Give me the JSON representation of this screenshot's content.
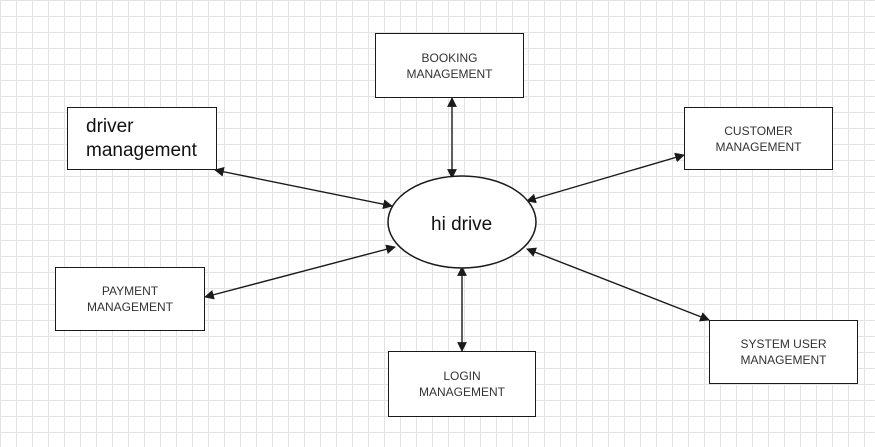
{
  "hub": {
    "label": "hi drive"
  },
  "modules": {
    "booking": {
      "label": "BOOKING\nMANAGEMENT"
    },
    "customer": {
      "label": "CUSTOMER\nMANAGEMENT"
    },
    "system_user": {
      "label": "SYSTEM USER\nMANAGEMENT"
    },
    "login": {
      "label": "LOGIN\nMANAGEMENT"
    },
    "payment": {
      "label": "PAYMENT\nMANAGEMENT"
    },
    "driver": {
      "label": "driver\nmanagement"
    }
  },
  "connections": [
    {
      "from": "hub",
      "to": "booking",
      "arrows": "both"
    },
    {
      "from": "hub",
      "to": "customer",
      "arrows": "both"
    },
    {
      "from": "hub",
      "to": "system_user",
      "arrows": "both"
    },
    {
      "from": "hub",
      "to": "login",
      "arrows": "both"
    },
    {
      "from": "hub",
      "to": "payment",
      "arrows": "both"
    },
    {
      "from": "hub",
      "to": "driver",
      "arrows": "both"
    }
  ],
  "colors": {
    "line": "#1a1a1a",
    "grid": "#e3e3e3",
    "background": "#ffffff"
  }
}
